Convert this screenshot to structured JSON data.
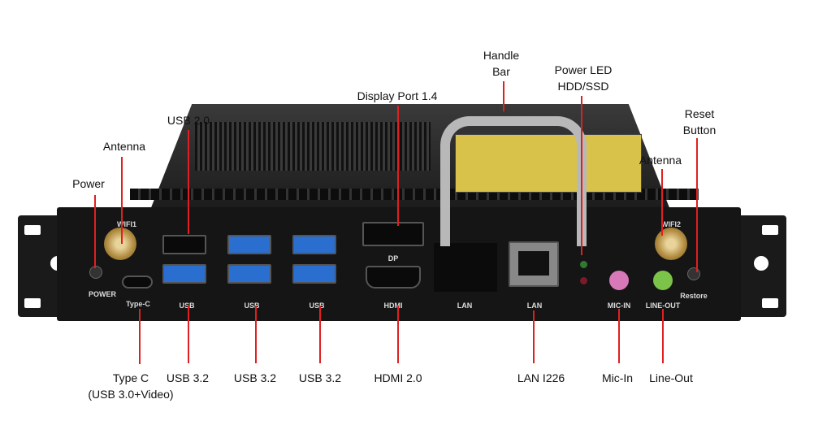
{
  "callouts": {
    "handle_bar": [
      "Handle",
      "Bar"
    ],
    "power_led": [
      "Power LED",
      "HDD/SSD"
    ],
    "reset_button": [
      "Reset",
      "Button"
    ],
    "display_port": "Display Port 1.4",
    "usb20": "USB 2.0",
    "antenna_left": "Antenna",
    "power": "Power",
    "antenna_right": "Antenna",
    "type_c": [
      "Type C",
      "(USB 3.0+Video)"
    ],
    "usb32": [
      "USB 3.2",
      "USB 3.2",
      "USB 3.2"
    ],
    "hdmi": "HDMI 2.0",
    "lan": "LAN I226",
    "mic_in": "Mic-In",
    "line_out": "Line-Out"
  },
  "device_labels": {
    "wifi1": "WIFI1",
    "power": "POWER",
    "type_c": "Type-C",
    "usb": [
      "USB",
      "USB",
      "USB"
    ],
    "dp": "DP",
    "hdmi": "HDMI",
    "lan1": "LAN",
    "lan2": "LAN",
    "mic_in": "MIC-IN",
    "line_out": "LINE-OUT",
    "restore": "Restore",
    "wifi2": "WIFI2"
  },
  "colors": {
    "callout_line": "#e02020",
    "usb3_blue": "#2a6fd0",
    "mic_pink": "#d779b8",
    "line_green": "#7cc34a"
  }
}
